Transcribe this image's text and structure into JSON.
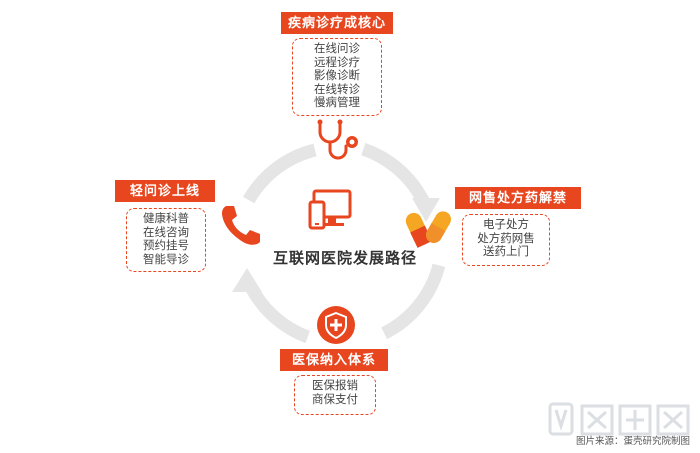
{
  "center": {
    "title": "互联网医院发展路径"
  },
  "nodes": {
    "top": {
      "title": "疾病诊疗成核心",
      "items": [
        "在线问诊",
        "远程诊疗",
        "影像诊断",
        "在线转诊",
        "慢病管理"
      ]
    },
    "left": {
      "title": "轻问诊上线",
      "items": [
        "健康科普",
        "在线咨询",
        "预约挂号",
        "智能导诊"
      ]
    },
    "right": {
      "title": "网售处方药解禁",
      "items": [
        "电子处方",
        "处方药网售",
        "送药上门"
      ]
    },
    "bottom": {
      "title": "医保纳入体系",
      "items": [
        "医保报销",
        "商保支付"
      ]
    }
  },
  "footer": {
    "source": "图片来源：蛋壳研究院制图"
  },
  "colors": {
    "accent": "#e8461f",
    "accent_light": "#f5a623",
    "ring": "#e5e5e5"
  },
  "icons": {
    "top": "stethoscope-icon",
    "left": "phone-icon",
    "right": "capsule-pill-icon",
    "bottom": "shield-plus-icon",
    "center": "computer-phone-icon"
  }
}
